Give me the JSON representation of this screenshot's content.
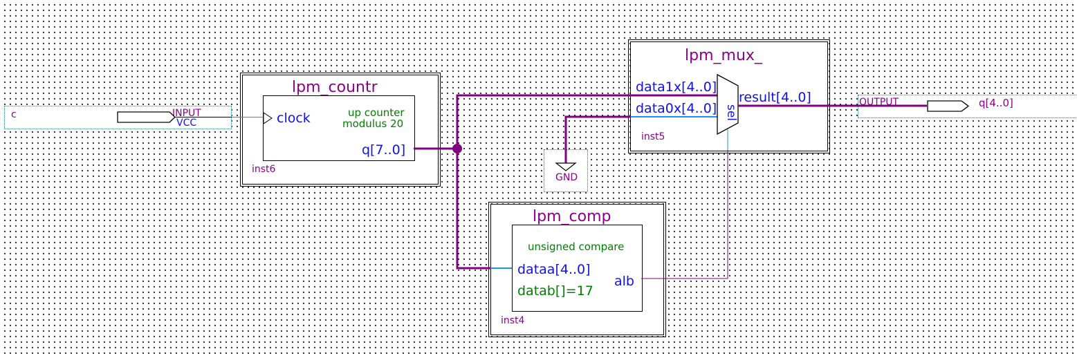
{
  "input_pin": {
    "name": "c",
    "type_label": "INPUT",
    "default_label": "VCC"
  },
  "output_pin": {
    "name": "q[4..0]",
    "type_label": "OUTPUT"
  },
  "gnd": {
    "label": "GND"
  },
  "counter": {
    "title": "lpm_countr",
    "instance": "inst6",
    "port_clock": "clock",
    "port_q": "q[7..0]",
    "param_line1": "up counter",
    "param_line2": "modulus 20"
  },
  "mux": {
    "title": "lpm_mux_",
    "instance": "inst5",
    "port_data1": "data1x[4..0]",
    "port_data0": "data0x[4..0]",
    "port_result": "result[4..0]",
    "port_sel": "sel"
  },
  "comp": {
    "title": "lpm_comp",
    "instance": "inst4",
    "param_line1": "unsigned compare",
    "port_dataa": "dataa[4..0]",
    "param_datab": "datab[]=17",
    "port_alb": "alb"
  },
  "colors": {
    "bus": "#800080",
    "wire": "#800080",
    "port_wire": "#1e90ff",
    "title": "#8b008b",
    "port_text": "#1010ee",
    "param_text": "#008000"
  }
}
